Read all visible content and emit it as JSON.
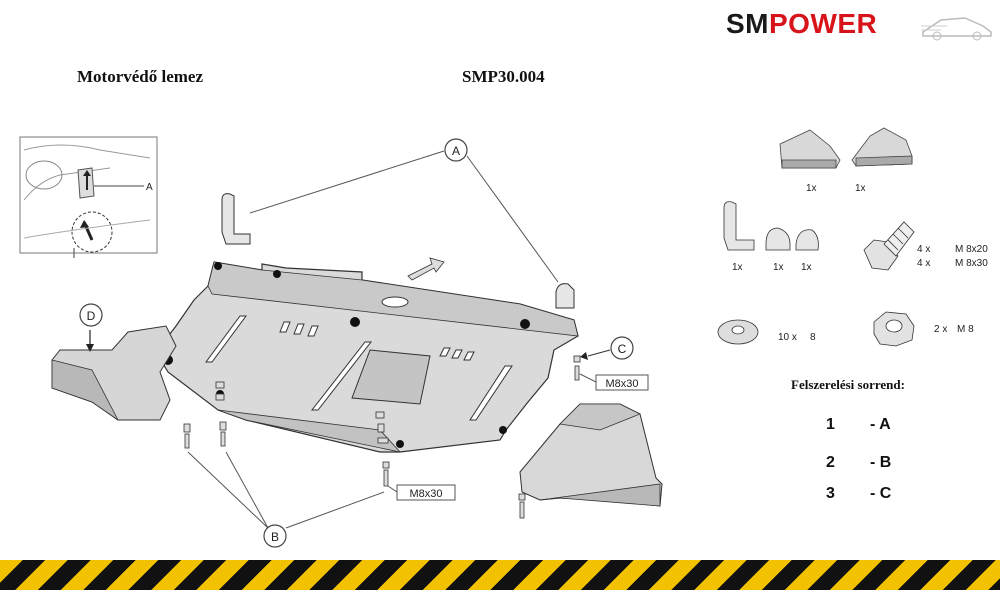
{
  "header": {
    "product_name": "Motorvédő lemez",
    "product_code": "SMP30.004"
  },
  "logo": {
    "part1": "SM",
    "part2": "POWER",
    "colors": {
      "dark": "#1a1a1a",
      "red": "#d7141a"
    }
  },
  "diagram": {
    "callouts": {
      "A": "A",
      "B": "B",
      "C": "C",
      "D": "D"
    },
    "inset_label": "A",
    "bolt_label_1": "M8x30",
    "bolt_label_2": "M8x30"
  },
  "parts": {
    "side_guard_left_qty": "1x",
    "side_guard_right_qty": "1x",
    "bracket_qty": "1x",
    "clip_left_qty": "1x",
    "clip_right_qty": "1x",
    "bolt_qty_1": "4 x",
    "bolt_spec_1": "M 8x20",
    "bolt_qty_2": "4 x",
    "bolt_spec_2": "M 8x30",
    "washer_qty": "10 x",
    "washer_spec": "8",
    "nut_qty": "2 x",
    "nut_spec": "M 8"
  },
  "install_order": {
    "heading": "Felszerelési sorrend:",
    "steps": [
      {
        "num": "1",
        "label": "- A"
      },
      {
        "num": "2",
        "label": "- B"
      },
      {
        "num": "3",
        "label": "- C"
      }
    ]
  },
  "stripe_colors": {
    "yellow": "#f2c200",
    "black": "#111111"
  }
}
